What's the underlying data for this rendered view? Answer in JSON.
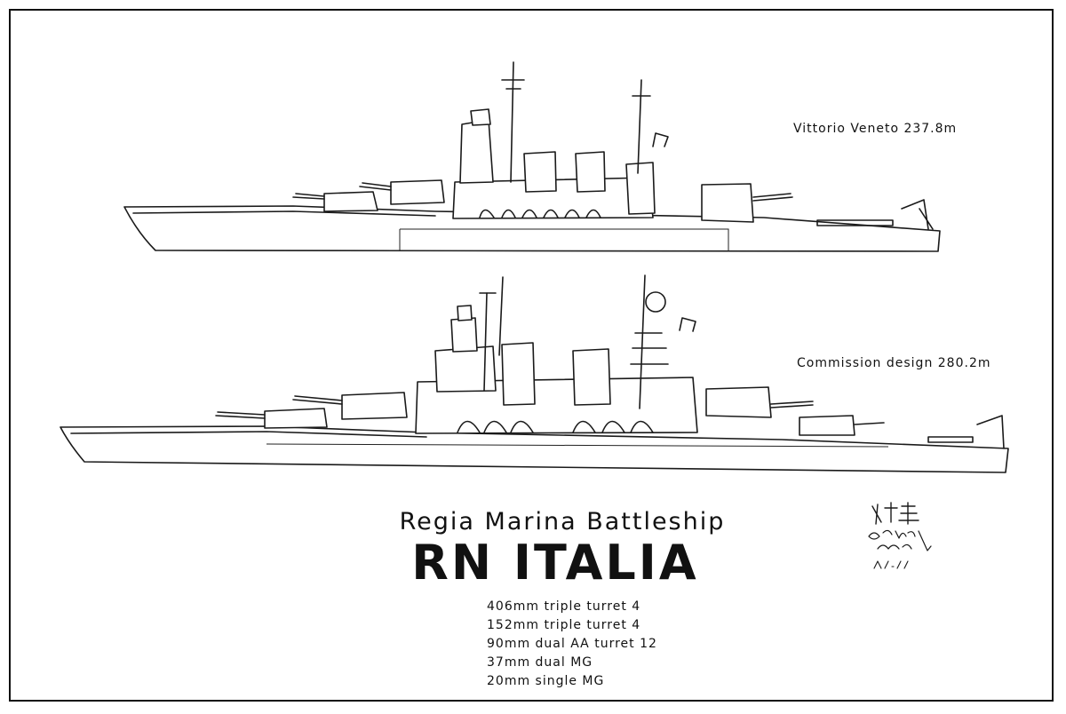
{
  "ships": [
    {
      "caption": "Vittorio Veneto 237.8m"
    },
    {
      "caption": "Commission design 280.2m"
    }
  ],
  "heading": {
    "subtitle": "Regia Marina Battleship",
    "title": "RN ITALIA"
  },
  "armament": [
    "406mm triple turret 4",
    "152mm triple turret 4",
    "90mm dual AA turret 12",
    "37mm dual MG",
    "20mm single MG"
  ],
  "signature": {
    "handle": "@Clay sea model",
    "date": "2024.3.17"
  }
}
